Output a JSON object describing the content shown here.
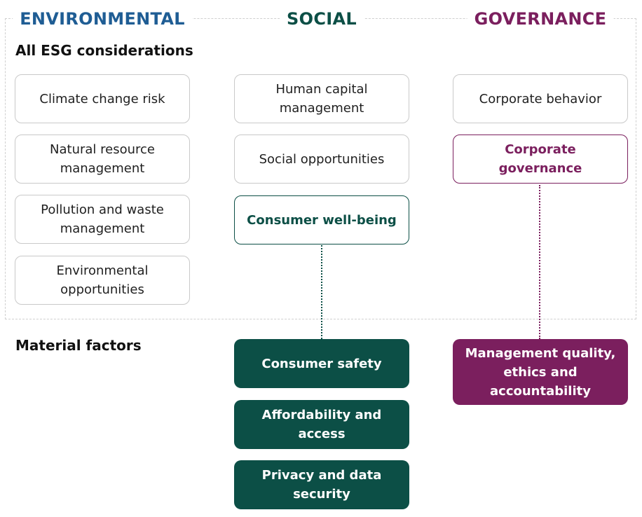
{
  "colors": {
    "environmental": "#1f5d94",
    "social": "#0c4f46",
    "governance": "#7b1f5e",
    "box_border": "#c9c9c9"
  },
  "columns": {
    "environmental": "ENVIRONMENTAL",
    "social": "SOCIAL",
    "governance": "GOVERNANCE"
  },
  "sections": {
    "all_esg": "All ESG considerations",
    "material": "Material factors"
  },
  "environmental_items": [
    "Climate change risk",
    "Natural resource management",
    "Pollution and waste management",
    "Environmental opportunities"
  ],
  "social_items": [
    "Human capital management",
    "Social opportunities",
    "Consumer well-being"
  ],
  "governance_items": [
    "Corporate behavior",
    "Corporate governance"
  ],
  "material_social": [
    "Consumer safety",
    "Affordability and access",
    "Privacy and data security"
  ],
  "material_governance": [
    "Management quality, ethics and accountability"
  ]
}
